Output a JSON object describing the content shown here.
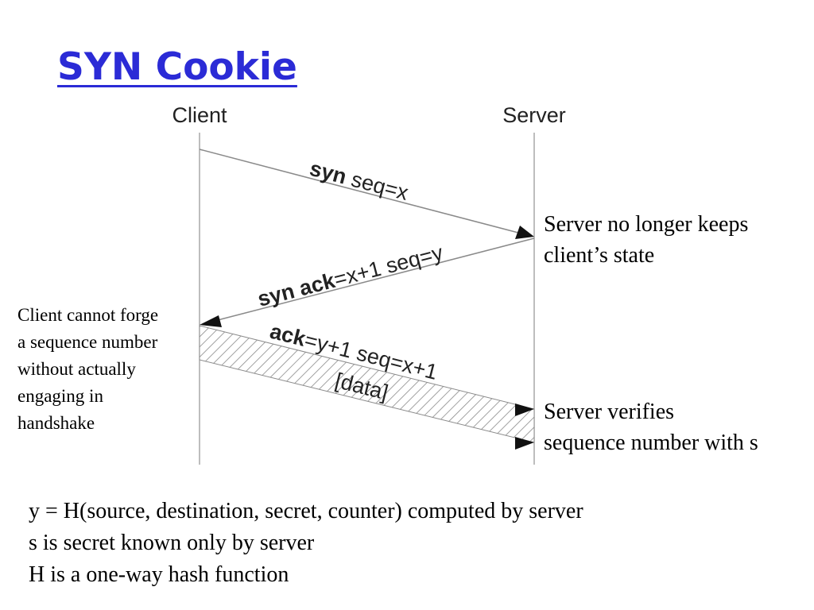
{
  "title": "SYN Cookie",
  "diagram": {
    "client_label": "Client",
    "server_label": "Server",
    "msg1": {
      "bold": "syn",
      "rest": " seq=x"
    },
    "msg2": {
      "bold1": "syn ",
      "bold2": "ack",
      "rest": "=x+1 seq=y"
    },
    "msg3": {
      "bold": "ack",
      "rest": "=y+1 seq=x+1",
      "line2": "[data]"
    }
  },
  "notes": {
    "server_state": "Server no longer keeps\nclient’s state",
    "client_forge": "Client cannot forge\na sequence number\nwithout actually\nengaging in\nhandshake",
    "server_verify": "Server verifies\nsequence number with s"
  },
  "footer": [
    "y = H(source, destination, secret, counter) computed by server",
    "s is secret known only by server",
    "H is a one-way hash function"
  ]
}
